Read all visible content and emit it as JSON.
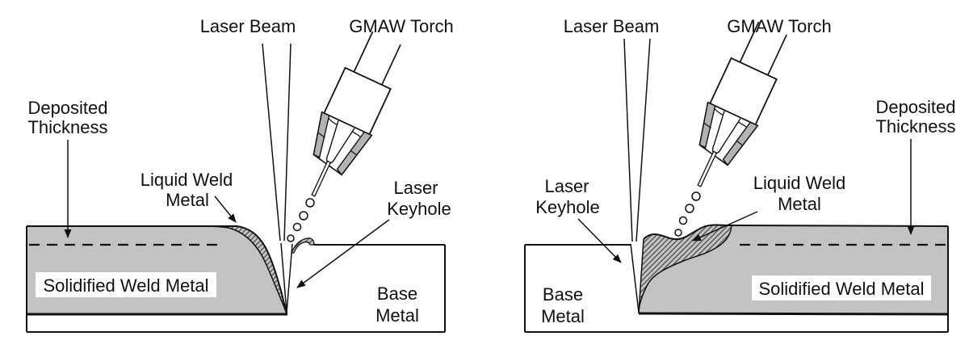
{
  "colors": {
    "ink": "#111111",
    "metal_gray": "#c3c3c3",
    "nozzle_shell_gray": "#b3b3b3",
    "background": "#ffffff"
  },
  "panels": [
    {
      "id": "left-diagram",
      "labels": {
        "laser_beam": "Laser Beam",
        "gmaw_torch": "GMAW Torch",
        "deposited_thickness": [
          "Deposited",
          "Thickness"
        ],
        "liquid_weld_metal": [
          "Liquid Weld",
          "Metal"
        ],
        "laser_keyhole": [
          "Laser",
          "Keyhole"
        ],
        "solidified_weld_metal": "Solidified Weld Metal",
        "base_metal": [
          "Base",
          "Metal"
        ]
      }
    },
    {
      "id": "right-diagram",
      "labels": {
        "laser_beam": "Laser Beam",
        "gmaw_torch": "GMAW Torch",
        "deposited_thickness": [
          "Deposited",
          "Thickness"
        ],
        "liquid_weld_metal": [
          "Liquid Weld",
          "Metal"
        ],
        "laser_keyhole": [
          "Laser",
          "Keyhole"
        ],
        "solidified_weld_metal": "Solidified Weld Metal",
        "base_metal": [
          "Base",
          "Metal"
        ]
      }
    }
  ]
}
